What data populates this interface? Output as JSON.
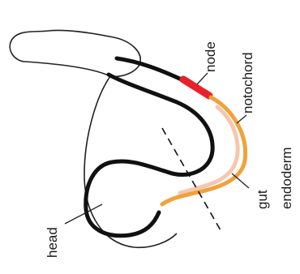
{
  "labels": {
    "node": "node",
    "notochord": "notochord",
    "gut": "gut",
    "endoderm": "endoderm",
    "head": "head"
  },
  "colors": {
    "outline": "#111111",
    "node": "#e8202a",
    "notochord_endoderm": "#f0a23a",
    "gut_inner": "#f5c7b0",
    "thin_outline": "#222222"
  }
}
